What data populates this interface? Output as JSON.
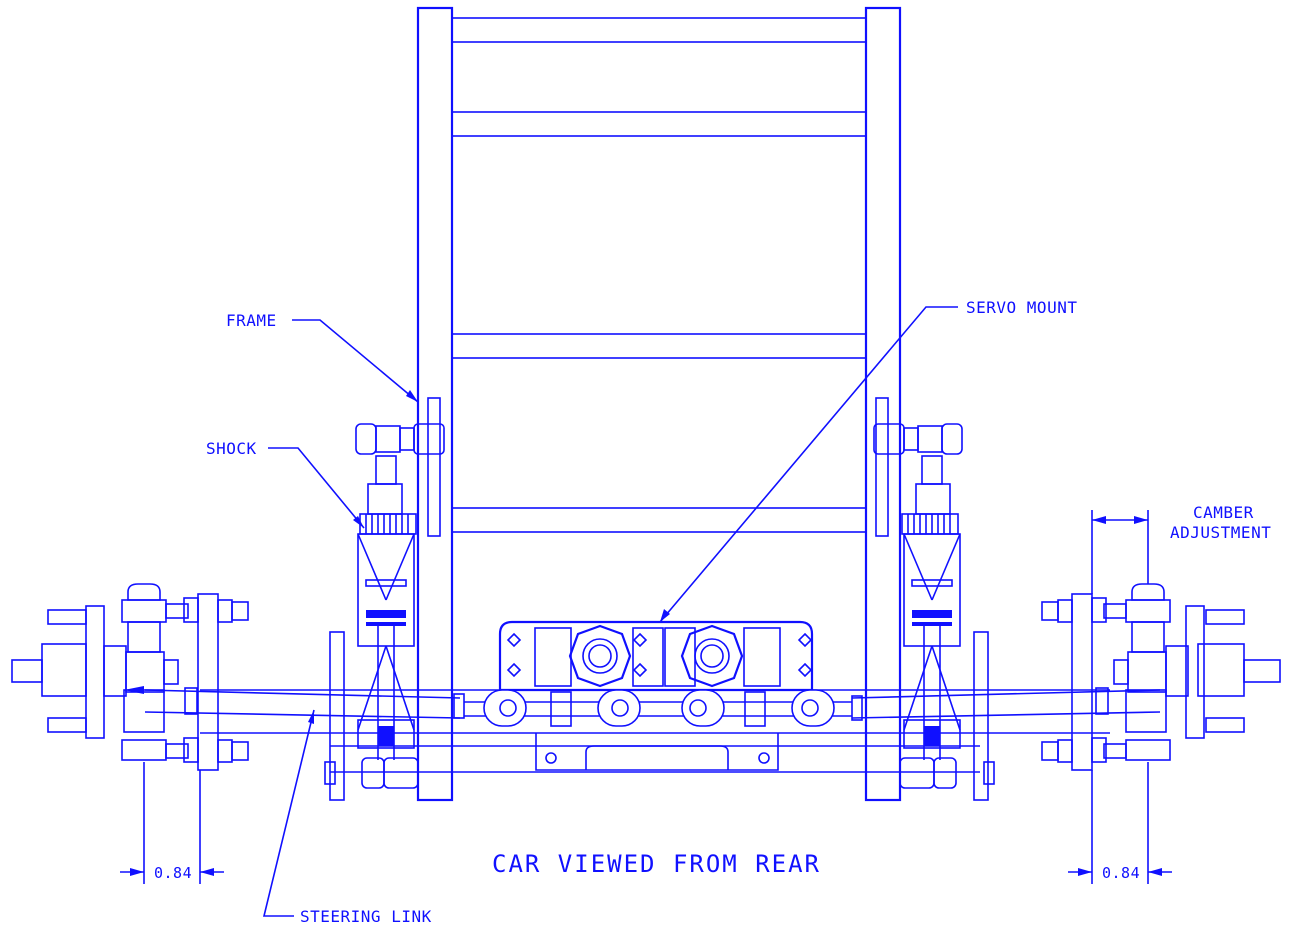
{
  "labels": {
    "frame": "FRAME",
    "servo_mount": "SERVO MOUNT",
    "shock": "SHOCK",
    "camber_line1": "CAMBER",
    "camber_line2": "ADJUSTMENT",
    "dim_left": "0.84",
    "dim_right": "0.84",
    "steering_link": "STEERING LINK",
    "title": "CAR VIEWED FROM REAR"
  },
  "colors": {
    "ink": "#1010ff",
    "background": "#ffffff"
  }
}
